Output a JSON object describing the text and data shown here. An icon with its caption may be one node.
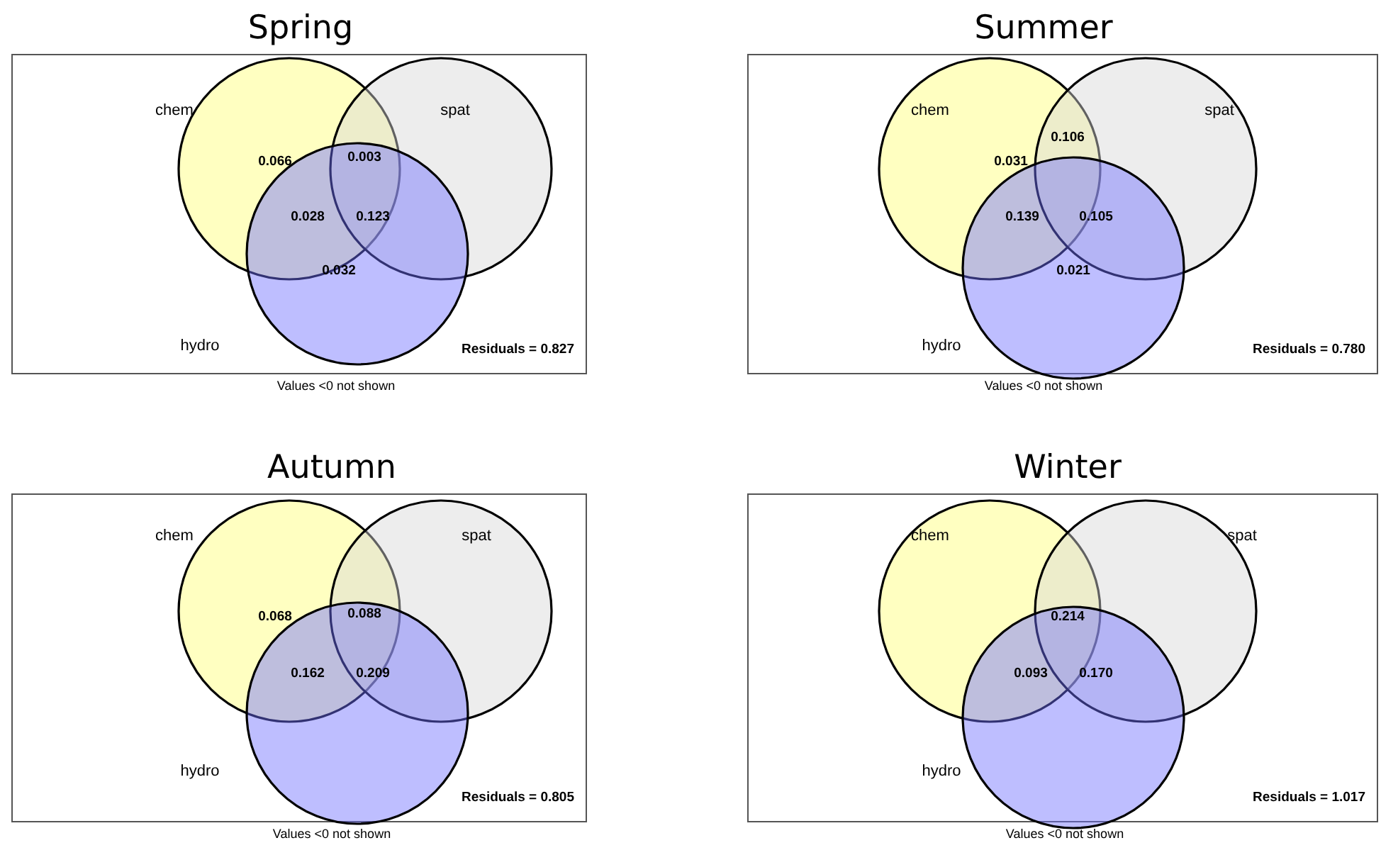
{
  "diagram": {
    "nodes": [
      {
        "text": [
          "Spring",
          "Residuals = 0.827"
        ],
        "beside": [
          "Values <0 not shown"
        ]
      },
      {
        "text": [
          "chem"
        ],
        "in": 0
      },
      {
        "text": [
          "spat"
        ],
        "in": 0
      },
      {
        "text": [
          "hydro"
        ],
        "in": 0
      },
      {
        "text": [
          "Summer",
          "Residuals = 0.780"
        ],
        "beside": [
          "Values <0 not shown"
        ]
      },
      {
        "text": [
          "chem"
        ],
        "in": 4
      },
      {
        "text": [
          "spat"
        ],
        "in": 4
      },
      {
        "text": [
          "hydro"
        ],
        "in": 4
      },
      {
        "text": [
          "Autumn",
          "Residuals = 0.805"
        ],
        "beside": [
          "Values <0 not shown"
        ]
      },
      {
        "text": [
          "chem"
        ],
        "in": 8
      },
      {
        "text": [
          "spat"
        ],
        "in": 8
      },
      {
        "text": [
          "hydro"
        ],
        "in": 8
      },
      {
        "text": [
          "Winter",
          "Residuals = 1.017"
        ],
        "beside": [
          "Values <0 not shown"
        ]
      },
      {
        "text": [
          "chem"
        ],
        "in": 12
      },
      {
        "text": [
          "spat"
        ],
        "in": 12
      },
      {
        "text": [
          "hydro"
        ],
        "in": 12
      }
    ],
    "labels": [
      "0.066",
      "0.003",
      "0.028",
      "0.123",
      "0.032",
      "0.031",
      "0.106",
      "0.139",
      "0.105",
      "0.021",
      "0.068",
      "0.088",
      "0.162",
      "0.209",
      "0.214",
      "0.093",
      "0.170"
    ]
  }
}
